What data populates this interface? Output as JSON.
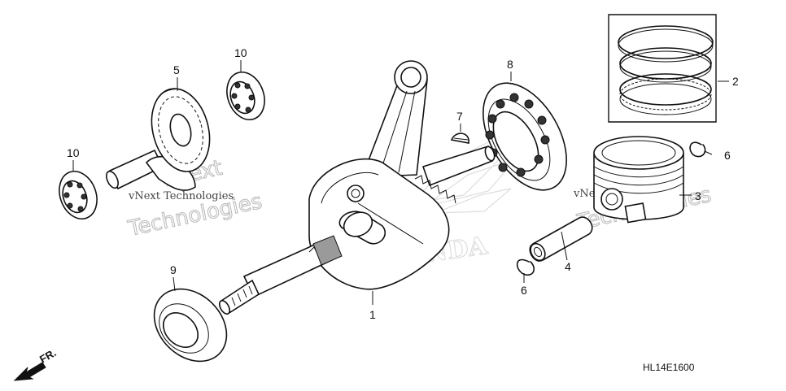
{
  "diagram_code": "HL14E1600",
  "front_indicator": "FR.",
  "watermarks": {
    "company_small": "vNext Technologies",
    "line1": "vNext",
    "line2": "Technologies"
  },
  "brand_mark": "HONDA",
  "callouts": [
    {
      "id": "1",
      "part": "crankshaft"
    },
    {
      "id": "2",
      "part": "piston-ring-set"
    },
    {
      "id": "3",
      "part": "piston"
    },
    {
      "id": "4",
      "part": "piston-pin"
    },
    {
      "id": "5",
      "part": "balancer-shaft"
    },
    {
      "id": "6",
      "part": "piston-pin-clip"
    },
    {
      "id": "6",
      "part": "piston-pin-clip"
    },
    {
      "id": "7",
      "part": "woodruff-key"
    },
    {
      "id": "8",
      "part": "crankshaft-bearing"
    },
    {
      "id": "9",
      "part": "crankshaft-bearing"
    },
    {
      "id": "10",
      "part": "balancer-bearing"
    },
    {
      "id": "10",
      "part": "balancer-bearing"
    }
  ]
}
